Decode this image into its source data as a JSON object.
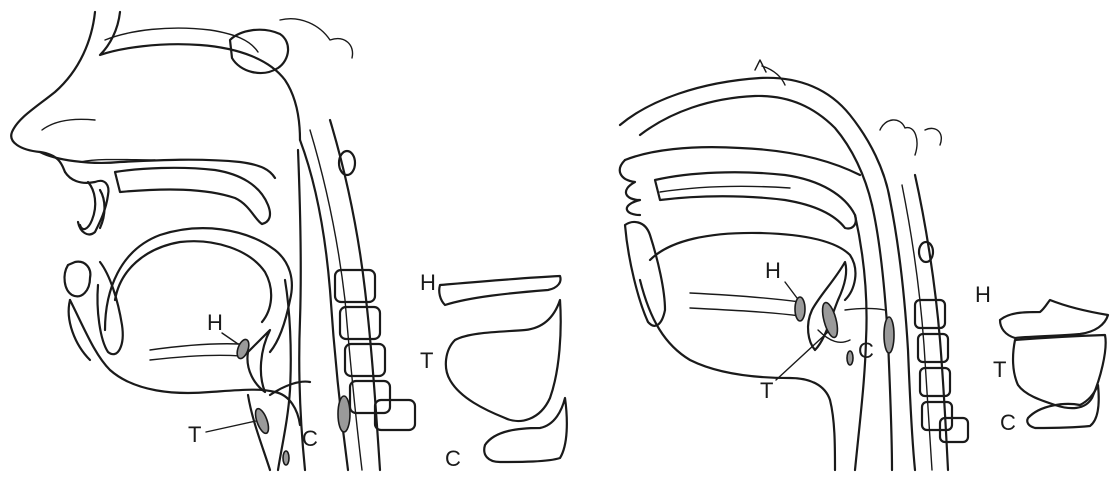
{
  "left_figure": {
    "label_hyoid": "H",
    "label_thyroid": "T",
    "label_cricoid": "C",
    "detail_label_hyoid": "H",
    "detail_label_thyroid": "T",
    "detail_label_cricoid": "C"
  },
  "right_figure": {
    "label_hyoid": "H",
    "label_thyroid": "T",
    "label_cricoid": "C",
    "detail_label_hyoid": "H",
    "detail_label_thyroid": "T",
    "detail_label_cricoid": "C"
  }
}
